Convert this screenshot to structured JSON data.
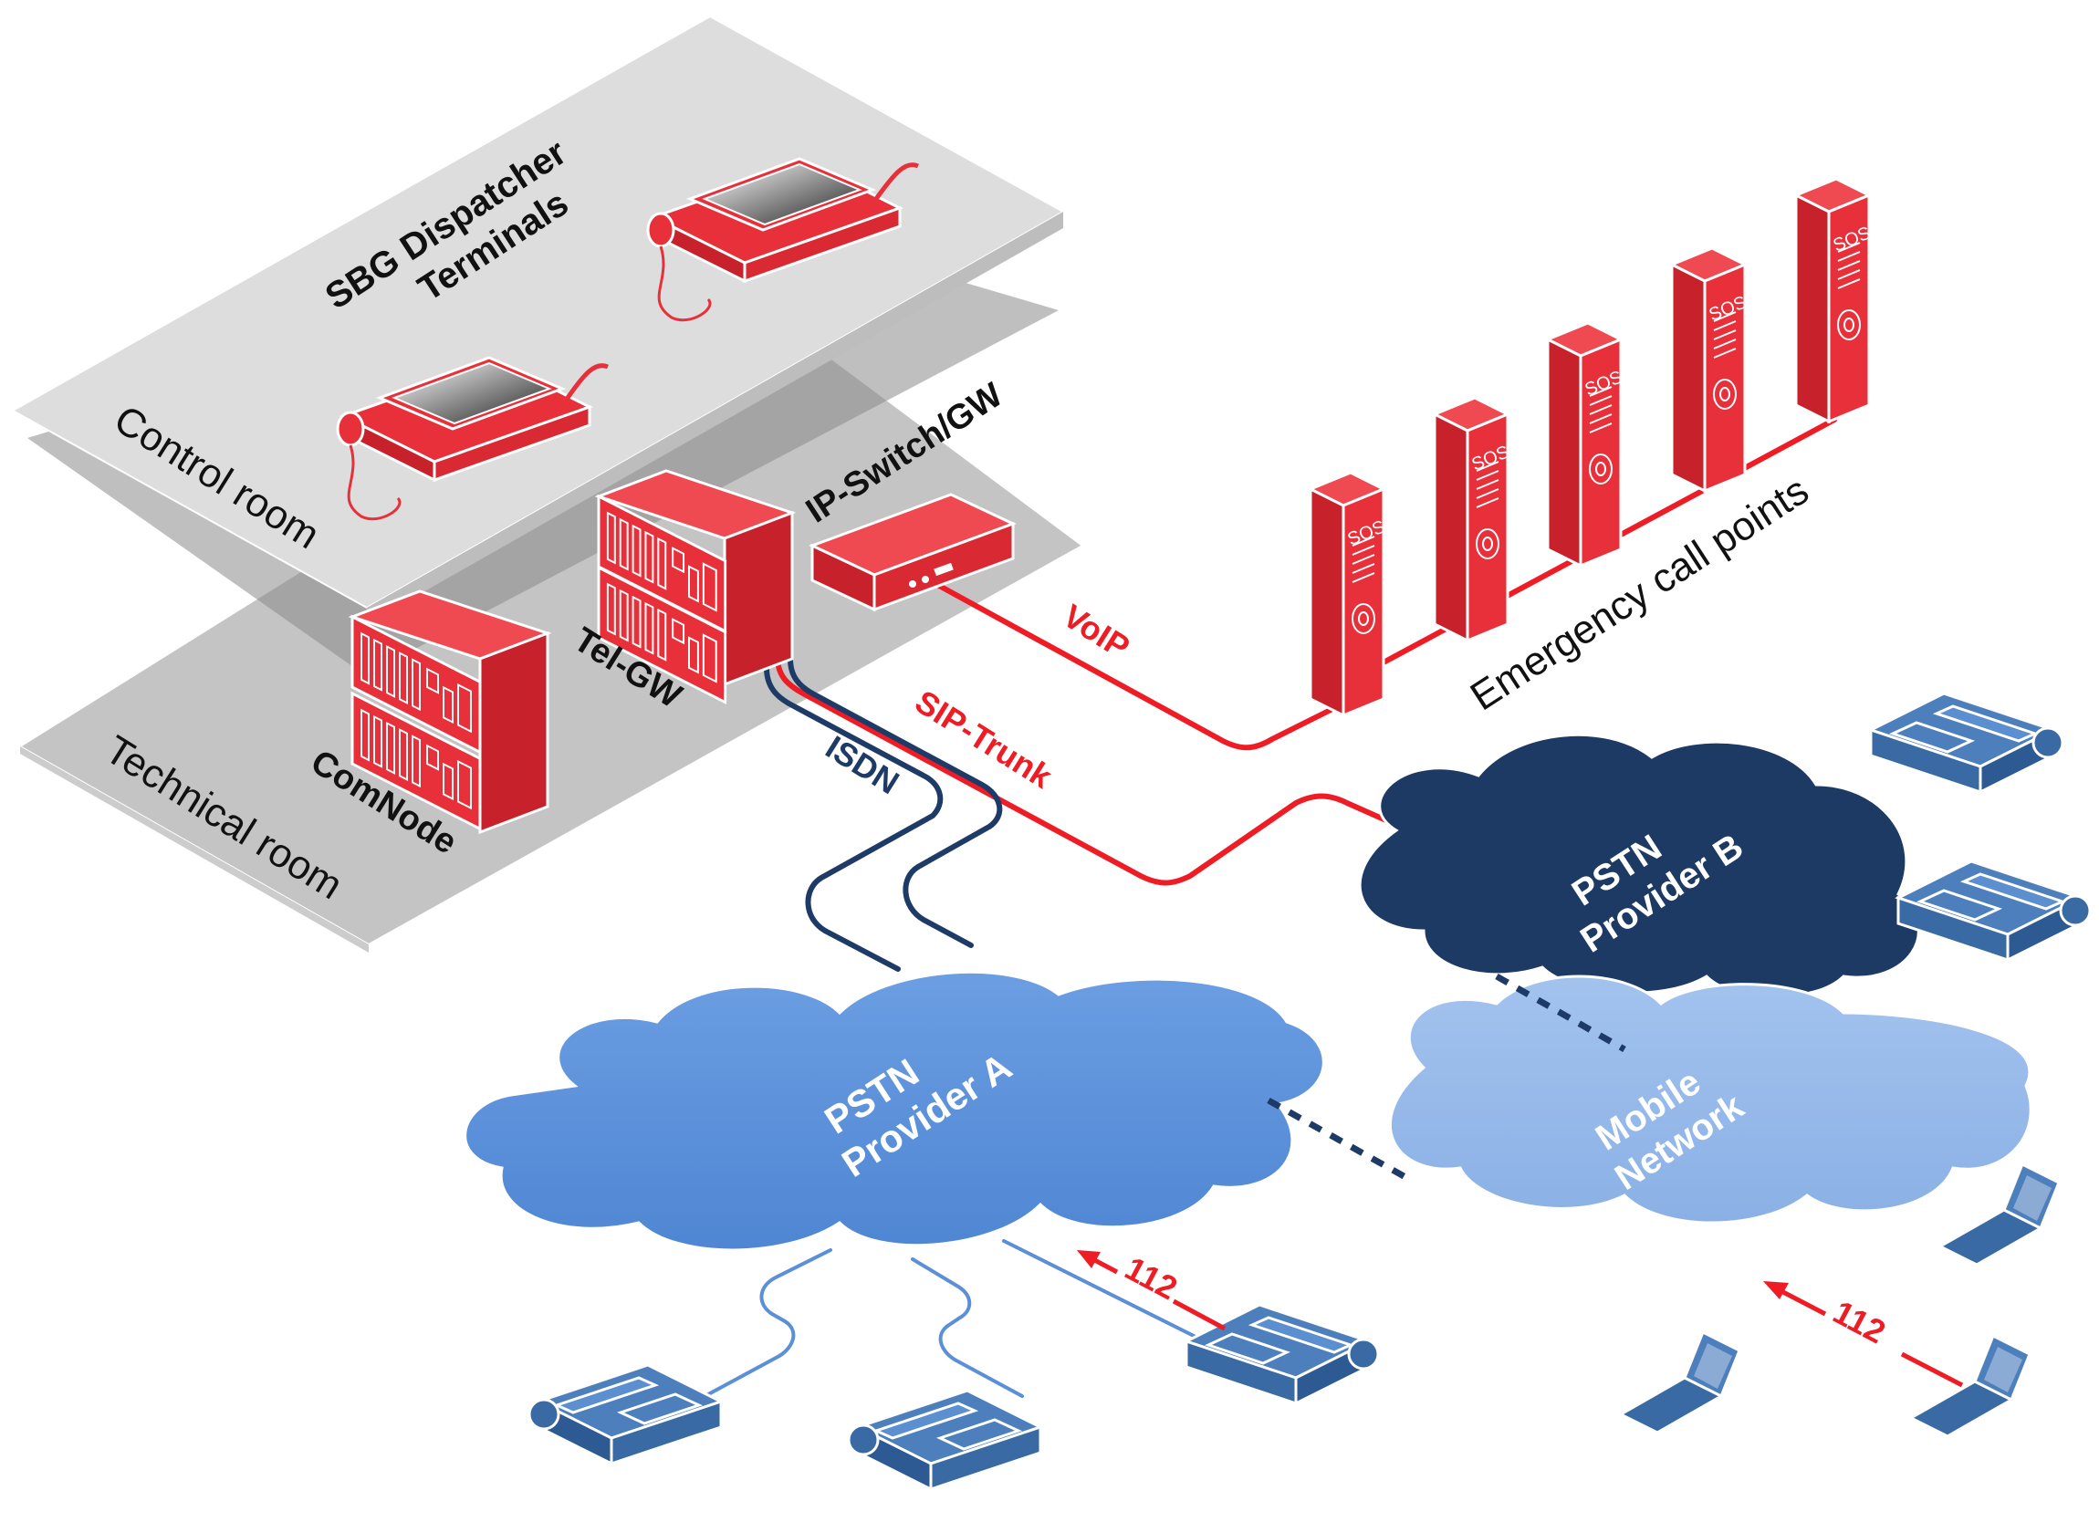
{
  "labels": {
    "control_room": "Control room",
    "technical_room": "Technical room",
    "dispatcher_line1": "SBG Dispatcher",
    "dispatcher_line2": "Terminals",
    "ip_switch": "IP-Switch/GW",
    "tel_gw": "Tel-GW",
    "comnode": "ComNode",
    "voip": "VoIP",
    "sip_trunk": "SIP-Trunk",
    "isdn": "ISDN",
    "emergency_points": "Emergency call points",
    "pstn_a_line1": "PSTN",
    "pstn_a_line2": "Provider A",
    "pstn_b_line1": "PSTN",
    "pstn_b_line2": "Provider B",
    "mobile_line1": "Mobile",
    "mobile_line2": "Network",
    "call_112_landline": "112",
    "call_112_mobile": "112",
    "sos": "SOS"
  },
  "colors": {
    "red": "#e8303a",
    "red_line": "#ee1c24",
    "navy": "#1e3a66",
    "blue_a": "#5b8fd8",
    "blue_mobile": "#95b8e8",
    "phone_blue": "#3a6aa3",
    "gray_top": "#dcdcdc",
    "gray_bottom": "#c2c2c2"
  }
}
